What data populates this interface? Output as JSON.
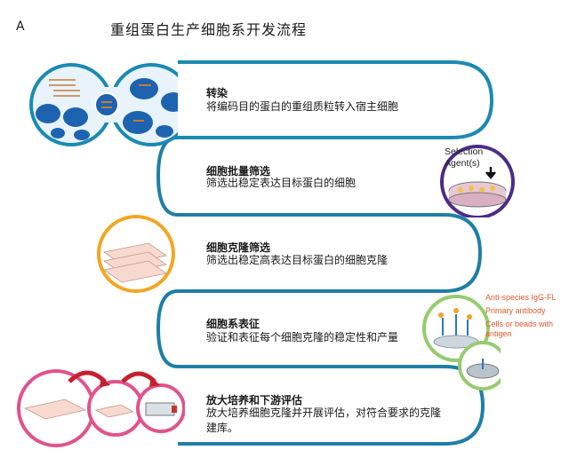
{
  "panel_letter": "A",
  "title": "重组蛋白生产细胞系开发流程",
  "colors": {
    "step1": "#1b8ab2",
    "step2": "#1e7fa6",
    "step3": "#f3a623",
    "step4": "#96cb6f",
    "step5": "#e0538c",
    "cell": "#1d63b0",
    "dish_purple": "#4b2b89"
  },
  "steps": [
    {
      "title": "转染",
      "desc": [
        "将编码目的蛋白的重组质粒转入宿主细胞"
      ]
    },
    {
      "title": "细胞批量筛选",
      "desc": [
        "筛选出稳定表达目标蛋白的细胞"
      ]
    },
    {
      "title": "细胞克隆筛选",
      "desc": [
        "筛选出稳定高表达目标蛋白的细胞克隆"
      ]
    },
    {
      "title": "细胞系表征",
      "desc": [
        "验证和表征每个细胞克隆的稳定性和产量"
      ]
    },
    {
      "title": "放大培养和下游评估",
      "desc": [
        "放大培养细胞克隆并开展评估，对符合要求的克隆",
        "建库。"
      ]
    }
  ],
  "selection": {
    "line1": "Selection",
    "line2": "Agent(s)"
  },
  "annotations": [
    "Anti-species IgG-FL",
    "Primary antibody",
    "Cells or beads with",
    "antigen"
  ],
  "icons": {
    "step1": "transfection-cells-icon",
    "step2": "selection-dish-icon",
    "step3": "well-plates-icon",
    "step4": "antibody-binding-icon",
    "step5": "scale-up-flasks-icon"
  }
}
